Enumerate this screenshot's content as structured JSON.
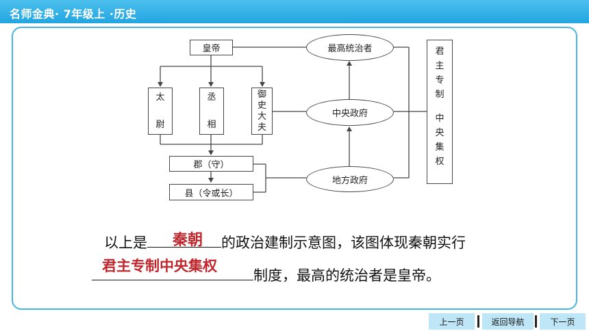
{
  "header": {
    "title": "名师金典· 7年级上 ·历史"
  },
  "diagram": {
    "emperor": "皇帝",
    "supreme_ruler": "最高统治者",
    "taiwei": [
      "太",
      "尉"
    ],
    "chengxiang": [
      "丞",
      "相"
    ],
    "yushi": [
      "御",
      "史",
      "大",
      "夫"
    ],
    "central_gov": "中央政府",
    "jun": "郡（守）",
    "xian": "县（令或长）",
    "local_gov": "地方政府",
    "system": [
      "君",
      "主",
      "专",
      "制",
      "中",
      "央",
      "集",
      "权"
    ]
  },
  "question": {
    "part1_prefix": "以上是",
    "part1_suffix": "的政治建制示意图，该图体现秦朝实行",
    "part2_suffix": "制度，最高的统治者是皇帝。",
    "answer1": "秦朝",
    "answer2": "君主专制中央集权"
  },
  "nav": {
    "prev": "上一页",
    "back": "返回导航",
    "next": "下一页"
  }
}
